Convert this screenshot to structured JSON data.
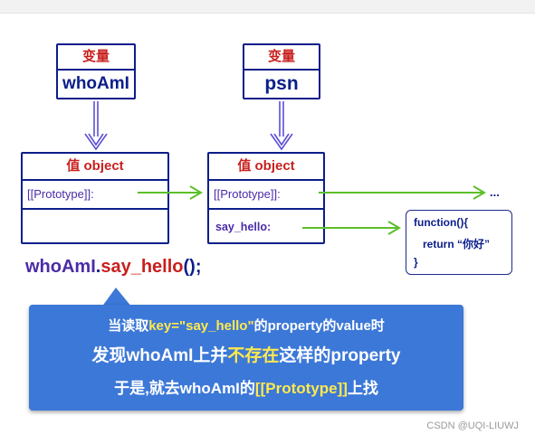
{
  "var_left": {
    "header": "变量",
    "name": "whoAmI"
  },
  "var_right": {
    "header": "变量",
    "name": "psn"
  },
  "obj_left": {
    "title": "值 object",
    "proto": "[[Prototype]]:"
  },
  "obj_right": {
    "title": "值 object",
    "proto": "[[Prototype]]:",
    "prop": "say_hello:"
  },
  "ellipsis": "...",
  "func": {
    "line1": "function(){",
    "line2": "return “你好”",
    "line3": "}"
  },
  "code": {
    "obj": "whoAmI",
    "dot": ".",
    "method": "say_hello",
    "call": "();"
  },
  "callout": {
    "l1_a": "当读取",
    "l1_key": "key=\"say_hello\"",
    "l1_b": "的property的value时",
    "l2_a": "发现whoAmI上并",
    "l2_hl": "不存在",
    "l2_b": "这样的property",
    "l3_a": "于是,就去whoAmI的",
    "l3_hl": "[[Prototype]]",
    "l3_b": "上找"
  },
  "watermark": "CSDN @UQI-LIUWJ",
  "colors": {
    "border": "#0b1e8a",
    "red": "#c8201e",
    "purple": "#4b2ba8",
    "arrow_green": "#5cbf2a",
    "arrow_blue": "#5b4fd6",
    "callout": "#3c78d8",
    "highlight": "#ffe94d"
  }
}
